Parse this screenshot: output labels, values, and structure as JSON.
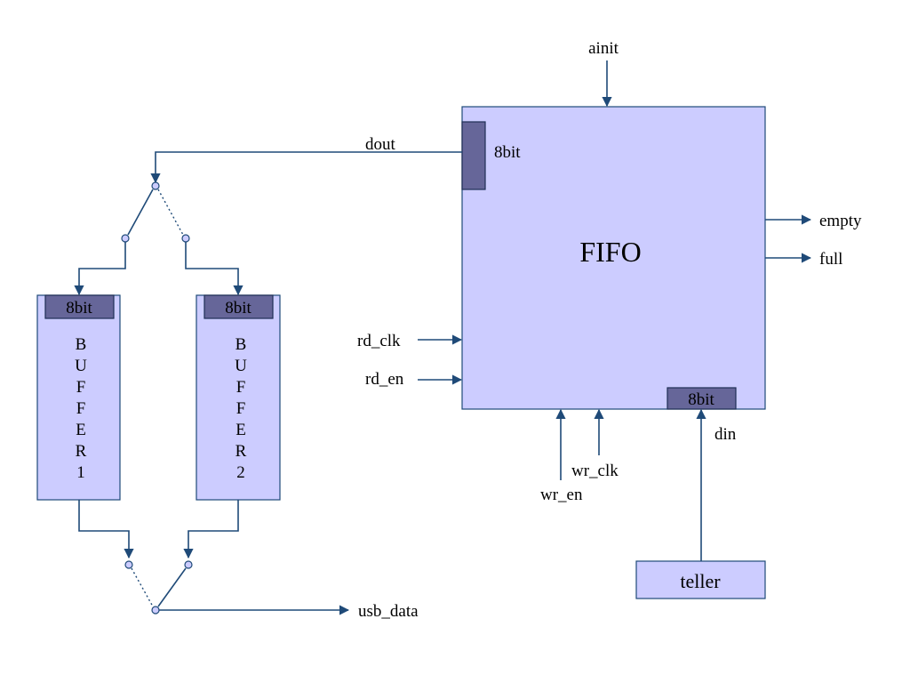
{
  "fifo": {
    "title": "FIFO",
    "port_dout_width": "8bit",
    "port_din_width": "8bit"
  },
  "signals": {
    "ainit": "ainit",
    "dout": "dout",
    "empty": "empty",
    "full": "full",
    "rd_clk": "rd_clk",
    "rd_en": "rd_en",
    "wr_en": "wr_en",
    "wr_clk": "wr_clk",
    "din": "din",
    "usb_data": "usb_data"
  },
  "buffer1": {
    "port_width": "8bit",
    "letters": [
      "B",
      "U",
      "F",
      "F",
      "E",
      "R",
      "1"
    ]
  },
  "buffer2": {
    "port_width": "8bit",
    "letters": [
      "B",
      "U",
      "F",
      "F",
      "E",
      "R",
      "2"
    ]
  },
  "teller": {
    "label": "teller"
  },
  "colors": {
    "block": "#ccccff",
    "port": "#666699",
    "wire": "#1f4a78"
  }
}
